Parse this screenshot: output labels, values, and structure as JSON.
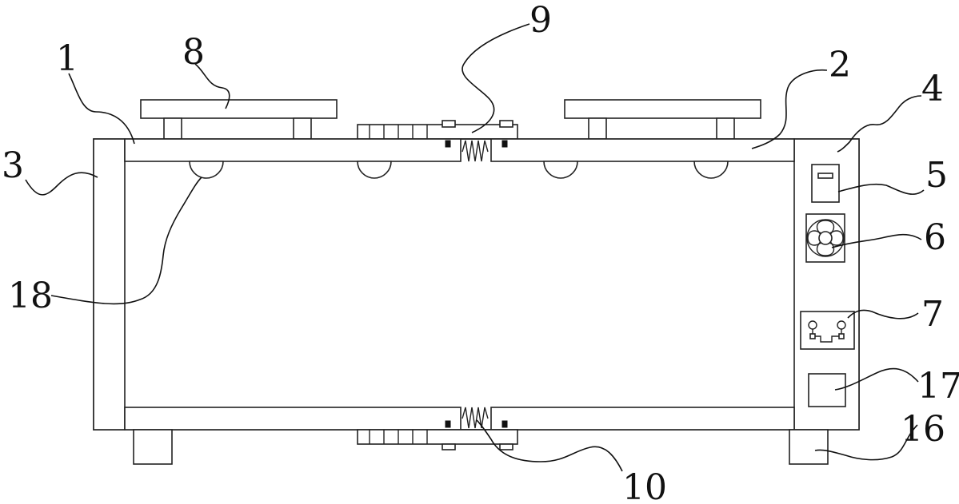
{
  "labels": {
    "n1": "1",
    "n2": "2",
    "n3": "3",
    "n4": "4",
    "n5": "5",
    "n6": "6",
    "n7": "7",
    "n8": "8",
    "n9": "9",
    "n10": "10",
    "n16": "16",
    "n17": "17",
    "n18": "18"
  }
}
